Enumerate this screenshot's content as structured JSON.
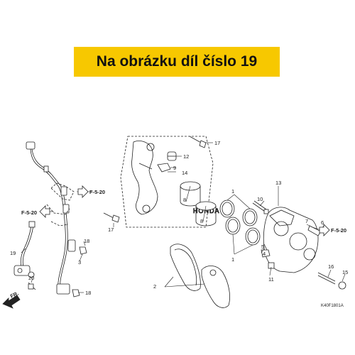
{
  "banner": {
    "text": "Na obrázku díl číslo 19",
    "color": "#f7c800"
  },
  "watermark": "HONDA",
  "refs": {
    "f520_a": "F-5-20",
    "f520_b": "F-5-20",
    "f520_c": "F-5-20",
    "fr": "FR."
  },
  "parts": {
    "p1a": "1",
    "p1b": "1",
    "p2": "2",
    "p3": "3",
    "p4": "4",
    "p5": "5",
    "p6": "6",
    "p7": "7",
    "p8a": "8",
    "p8b": "8",
    "p9": "9",
    "p10": "10",
    "p11": "11",
    "p12": "12",
    "p13": "13",
    "p14": "14",
    "p15": "15",
    "p16": "16",
    "p17a": "17",
    "p17b": "17",
    "p18a": "18",
    "p18b": "18",
    "p19": "19",
    "p20": "20"
  },
  "diagram_code": "K40F1801A"
}
